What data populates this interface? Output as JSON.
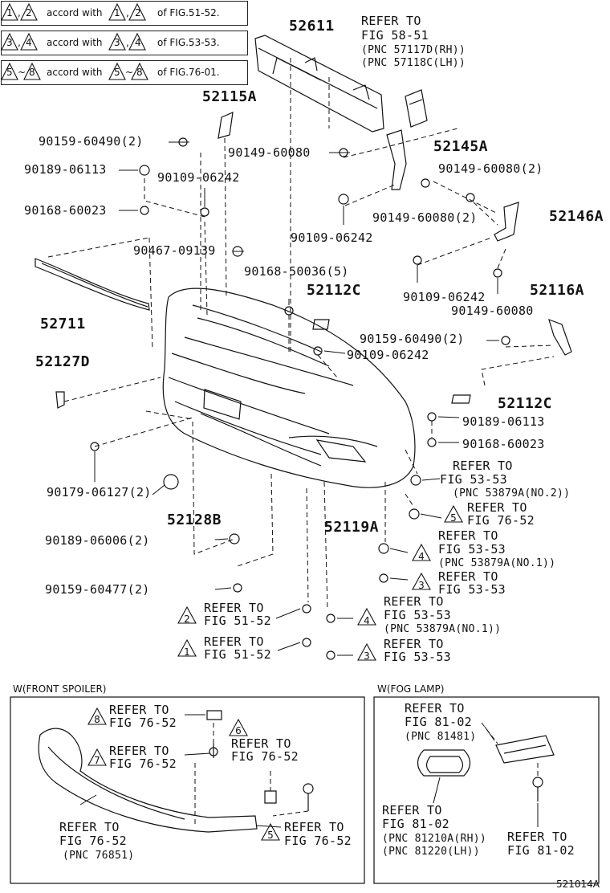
{
  "notes": [
    {
      "a": "1",
      "b": "2",
      "text": "accord with",
      "c": "1",
      "d": "2",
      "ref": "of FIG.51-52."
    },
    {
      "a": "3",
      "b": "4",
      "text": "accord with",
      "c": "3",
      "d": "4",
      "ref": "of FIG.53-53."
    },
    {
      "a": "5",
      "sep": "~",
      "b": "8",
      "text": "accord with",
      "c": "5",
      "d": "8",
      "ref": "of FIG.76-01."
    }
  ],
  "parts": {
    "p52611": "52611",
    "p52115A": "52115A",
    "p52145A": "52145A",
    "p52146A": "52146A",
    "p52711": "52711",
    "p52112C_a": "52112C",
    "p52116A": "52116A",
    "p52127D": "52127D",
    "p52112C_b": "52112C",
    "p52128B": "52128B",
    "p52119A": "52119A"
  },
  "fasteners": {
    "f1": "90159-60490(2)",
    "f2": "90149-60080",
    "f3": "90149-60080(2)",
    "f4": "90189-06113",
    "f5": "90109-06242",
    "f6": "90168-60023",
    "f7": "90149-60080(2)",
    "f8": "90109-06242",
    "f9": "90467-09139",
    "f10": "90168-50036(5)",
    "f11": "90109-06242",
    "f12": "90149-60080",
    "f13": "90159-60490(2)",
    "f14": "90109-06242",
    "f15": "90189-06113",
    "f16": "90168-60023",
    "f17": "90179-06127(2)",
    "f18": "90189-06006(2)",
    "f19": "90159-60477(2)"
  },
  "refs": {
    "top": {
      "l1": "REFER TO",
      "l2": "FIG 58-51",
      "l3": "(PNC 57117D(RH))",
      "l4": "(PNC 57118C(LH))"
    },
    "r1": {
      "l1": "REFER TO",
      "l2": "FIG 53-53",
      "l3": "(PNC 53879A(NO.2))"
    },
    "r2": {
      "tag": "5",
      "l1": "REFER TO",
      "l2": "FIG 76-52"
    },
    "r3": {
      "tag": "4",
      "l1": "REFER TO",
      "l2": "FIG 53-53",
      "l3": "(PNC 53879A(NO.1))"
    },
    "r4": {
      "tag": "3",
      "l1": "REFER TO",
      "l2": "FIG 53-53"
    },
    "r5": {
      "tag": "2",
      "l1": "REFER TO",
      "l2": "FIG 51-52"
    },
    "r6": {
      "tag": "4",
      "l1": "REFER TO",
      "l2": "FIG 53-53",
      "l3": "(PNC 53879A(NO.1))"
    },
    "r7": {
      "tag": "1",
      "l1": "REFER TO",
      "l2": "FIG 51-52"
    },
    "r8": {
      "tag": "3",
      "l1": "REFER TO",
      "l2": "FIG 53-53"
    }
  },
  "spoiler": {
    "caption": "W(FRONT SPOILER)",
    "a": {
      "tag": "8",
      "l1": "REFER TO",
      "l2": "FIG 76-52"
    },
    "b": {
      "tag": "7",
      "l1": "REFER TO",
      "l2": "FIG 76-52"
    },
    "c": {
      "tag": "6",
      "l1": "REFER TO",
      "l2": "FIG 76-52"
    },
    "d": {
      "tag": "5",
      "l1": "REFER TO",
      "l2": "FIG 76-52"
    },
    "e": {
      "l1": "REFER TO",
      "l2": "FIG 76-52",
      "l3": "(PNC 76851)"
    }
  },
  "foglamp": {
    "caption": "W(FOG LAMP)",
    "a": {
      "l1": "REFER TO",
      "l2": "FIG 81-02",
      "l3": "(PNC 81481)"
    },
    "b": {
      "l1": "REFER TO",
      "l2": "FIG 81-02",
      "l3": "(PNC 81210A(RH))",
      "l4": "(PNC 81220(LH))"
    },
    "c": {
      "l1": "REFER TO",
      "l2": "FIG 81-02"
    }
  },
  "diagram_id": "521014A"
}
